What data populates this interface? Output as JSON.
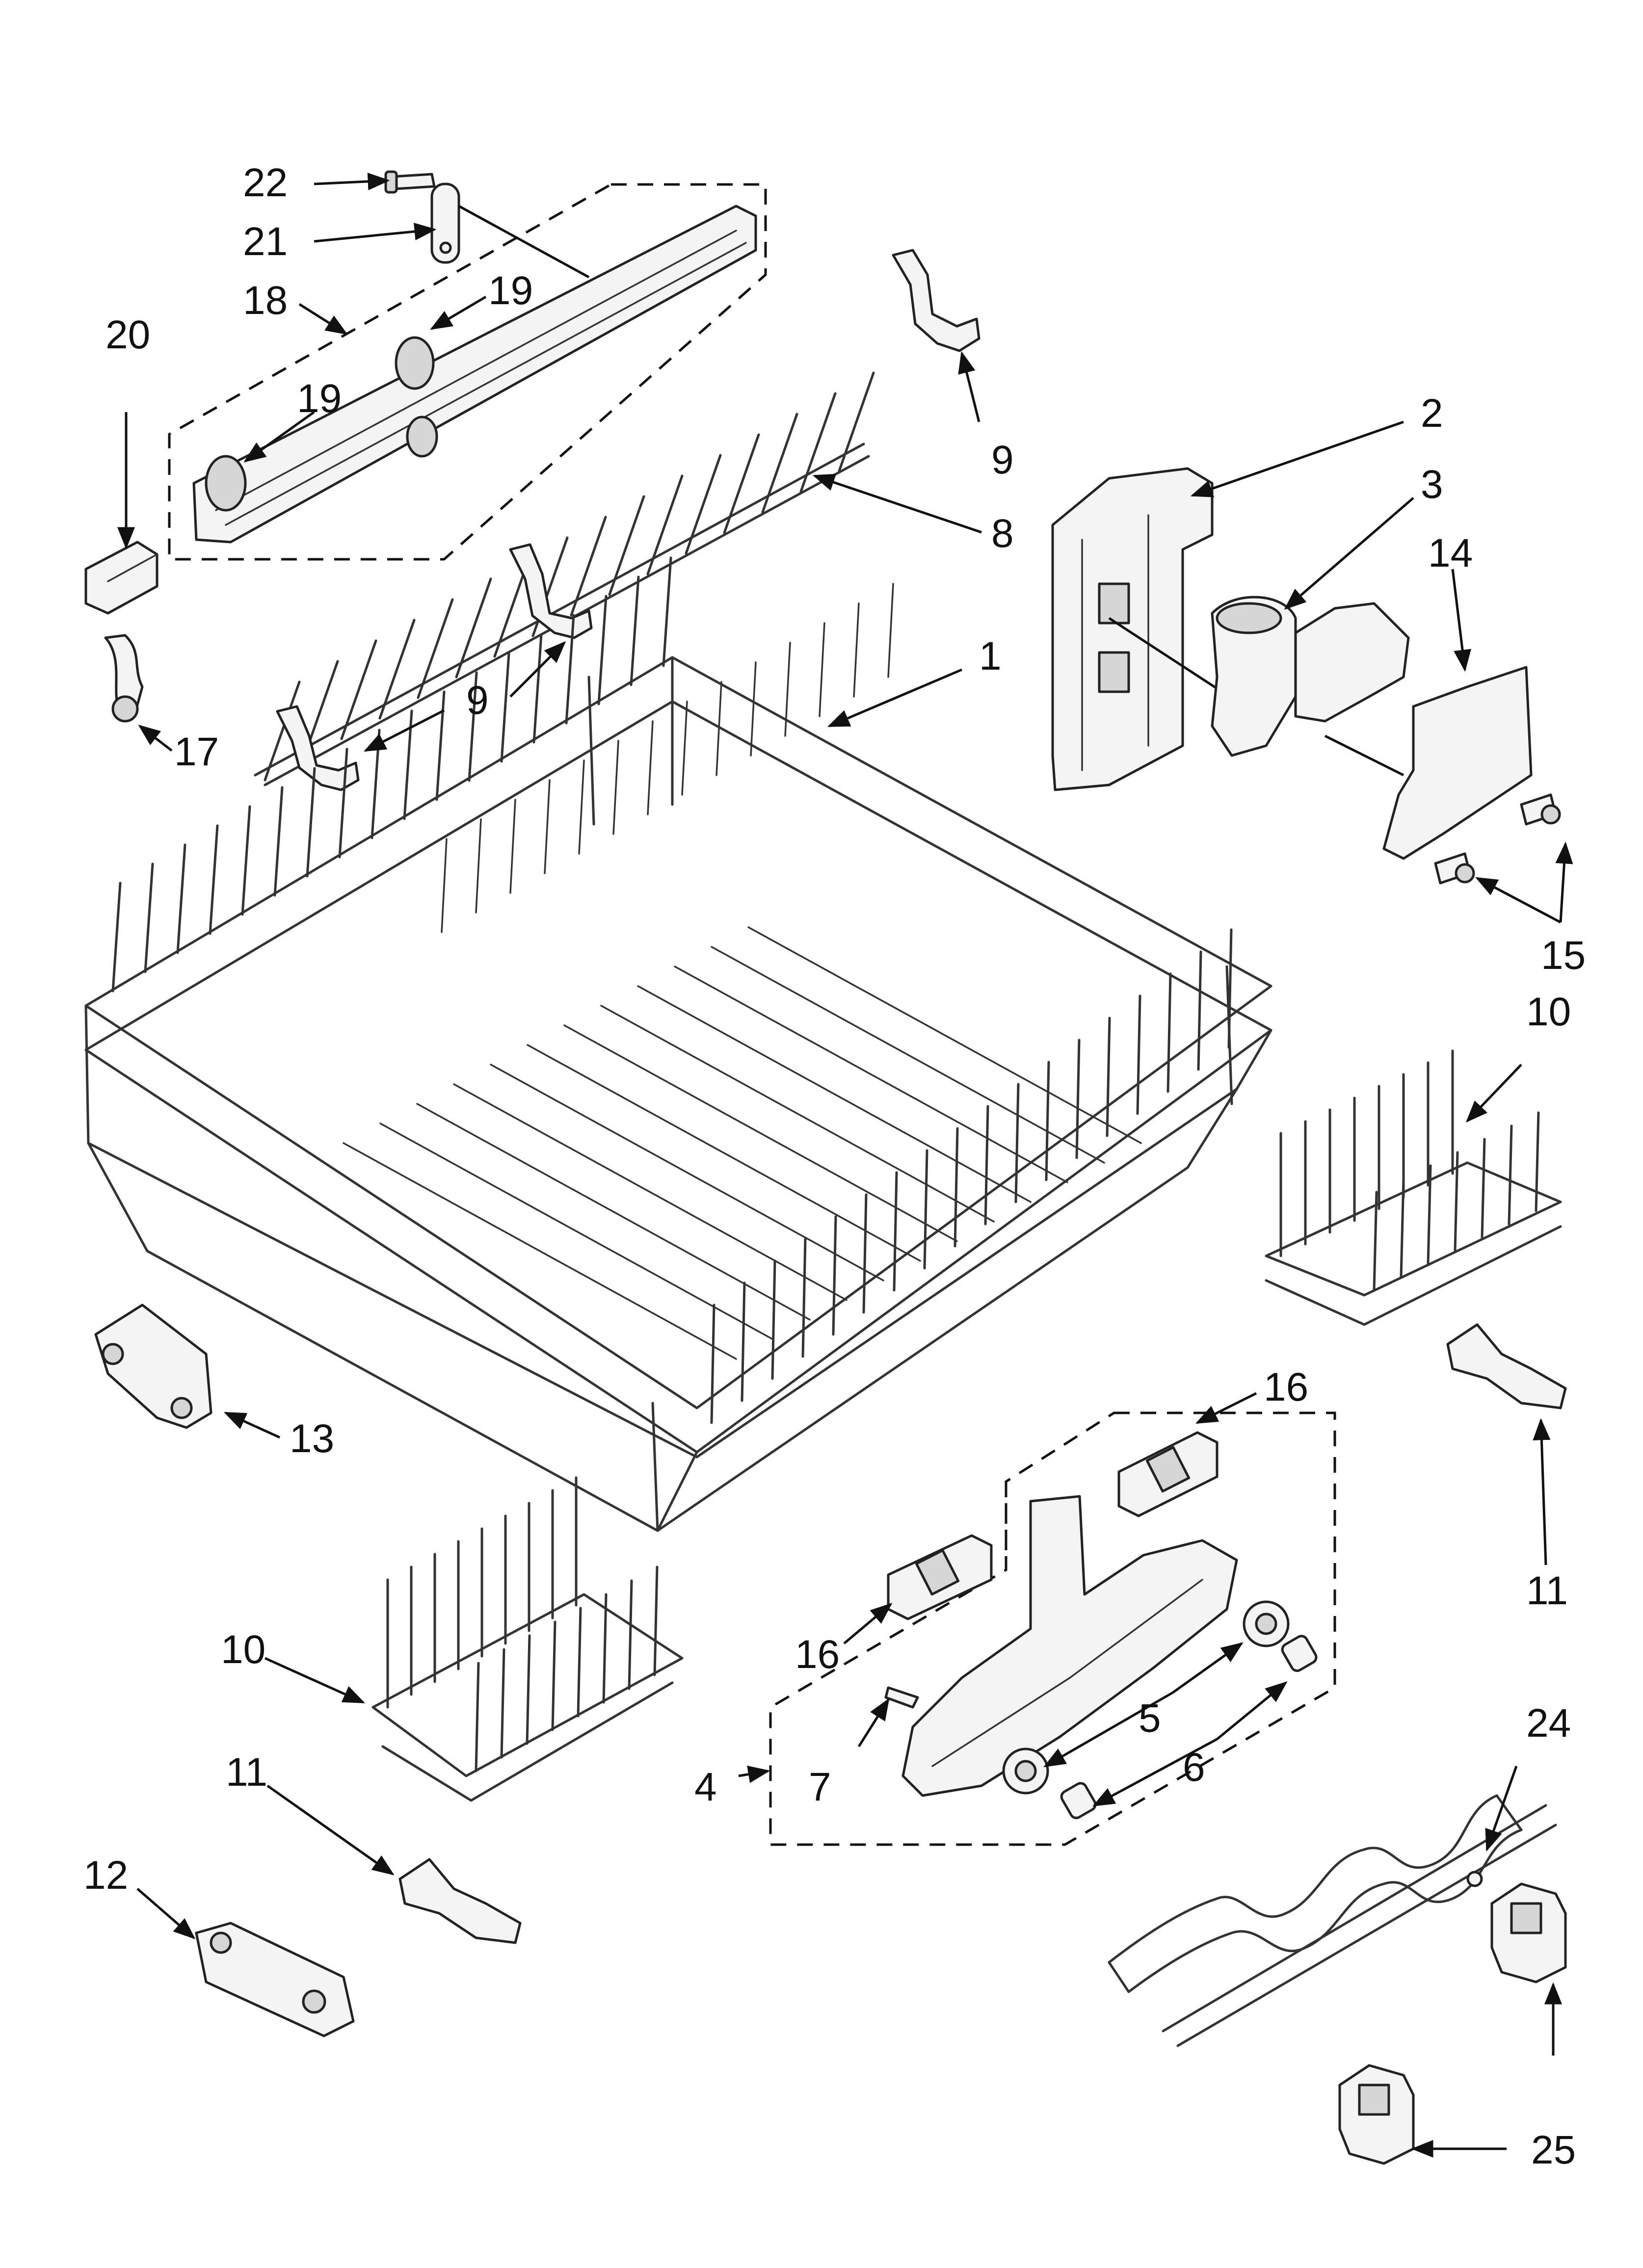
{
  "callouts": {
    "c1": "1",
    "c2": "2",
    "c3": "3",
    "c4": "4",
    "c5": "5",
    "c6": "6",
    "c7": "7",
    "c8": "8",
    "c9a": "9",
    "c9b": "9",
    "c10a": "10",
    "c10b": "10",
    "c11a": "11",
    "c11b": "11",
    "c12": "12",
    "c13": "13",
    "c14": "14",
    "c15": "15",
    "c16a": "16",
    "c16b": "16",
    "c17": "17",
    "c18": "18",
    "c19a": "19",
    "c19b": "19",
    "c20": "20",
    "c21": "21",
    "c22": "22",
    "c24": "24",
    "c25": "25"
  }
}
